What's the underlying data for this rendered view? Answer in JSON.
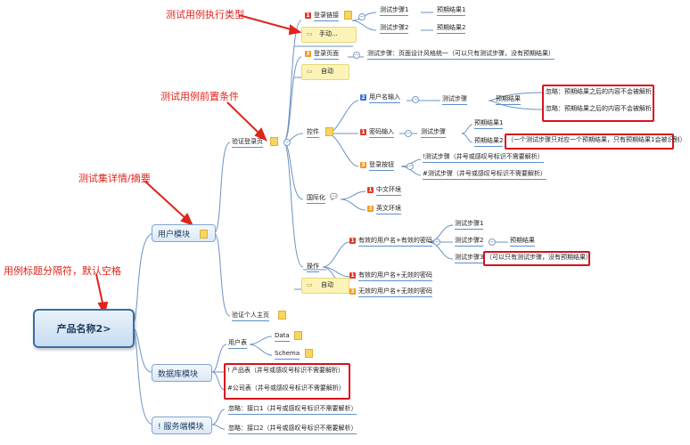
{
  "root": {
    "label": "产品名称2>"
  },
  "annotations": {
    "type": "测试用例执行类型",
    "precondition": "测试用例前置条件",
    "suite": "测试集详情/摘要",
    "title": "用例标题分隔符，默认空格"
  },
  "modules": {
    "user": "用户模块",
    "db": "数据库模块",
    "service": "! 服务端模块"
  },
  "user": {
    "verify_login": "验证登录页",
    "verify_home": "验证个人主页",
    "login_link": "登录链接",
    "manual": "手动...",
    "step1": "测试步骤1",
    "result1": "预期结果1",
    "step2": "测试步骤2",
    "result2": "预期结果2",
    "login_page": "登录页面",
    "login_page_step": "测试步骤：页面设计风格统一（可以只有测试步骤，没有预期结果）",
    "auto": "自动",
    "control": "控件",
    "username_input": "用户名输入",
    "step": "测试步骤",
    "expected": "预期结果",
    "ignore1": "忽略：预期结果之后的内容不会被解析",
    "ignore2": "忽略：预期结果之后的内容不会被解析",
    "password_input": "密码输入",
    "expected1": "预期结果1",
    "expected2": "预期结果2",
    "one_to_one": "（一个测试步骤只对应一个预期结果，只有预期结果1会被识别）",
    "login_button": "登录按钮",
    "step_bang": "!测试步骤（井号或感叹号标识不需要解析）",
    "step_hash": "#测试步骤（井号或感叹号标识不需要解析）",
    "i18n": "国际化",
    "zh_env": "中文环境",
    "en_env": "英文环境",
    "operation": "操作",
    "valid_valid": "有效的用户名+有效的密码",
    "op_step1": "测试步骤1",
    "op_step2": "测试步骤2",
    "op_result": "预期结果",
    "op_step3": "测试步骤3",
    "step3_only": "（可以只有测试步骤，没有预期结果）",
    "op_auto": "自动",
    "valid_invalid": "有效的用户名+无效的密码",
    "invalid_invalid": "无效的用户名+无效的密码"
  },
  "db": {
    "user_table": "用户表",
    "data": "Data",
    "schema": "Schema",
    "product_table": "! 产品表（井号或感叹号标识不需要解析）",
    "company_table": "#公司表（井号或感叹号标识不需要解析）"
  },
  "service": {
    "api1": "忽略：接口1（井号或感叹号标识不需要解析）",
    "api2": "忽略：接口2（井号或感叹号标识不需要解析）"
  },
  "colors": {
    "annotation": "#e0241b",
    "edge": "#6b93c4",
    "highlight": "#d8111b"
  }
}
